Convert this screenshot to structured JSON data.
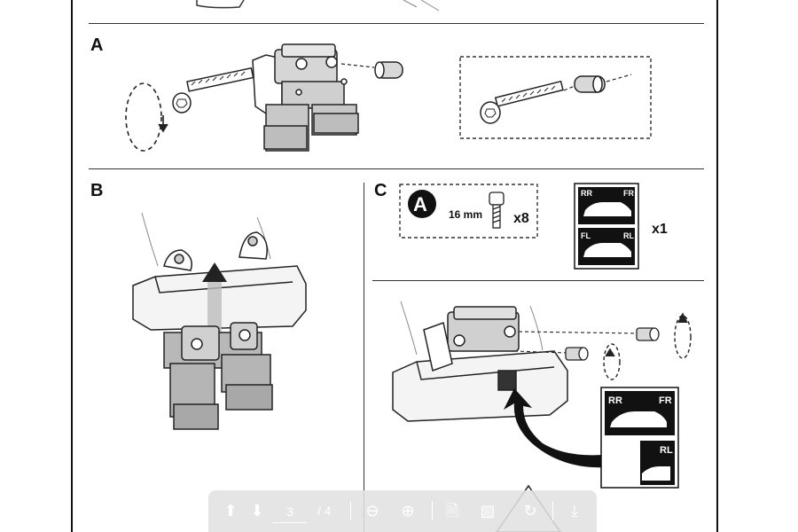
{
  "sections": [
    {
      "letter": "A"
    },
    {
      "letter": "B"
    },
    {
      "letter": "C"
    }
  ],
  "parts_box": {
    "badge": "A",
    "screw_size": "16 mm",
    "screw_qty": "x8"
  },
  "sticker_sheet": {
    "top_left": "RR",
    "top_right": "FR",
    "bottom_left": "FL",
    "bottom_right": "RL",
    "qty": "x1"
  },
  "position_label": {
    "top_left": "RR",
    "top_right": "FR",
    "bottom_right": "RL"
  },
  "toolbar": {
    "current_page": "3",
    "total_pages": "/ 4",
    "icons": [
      "arrow-up-icon",
      "arrow-down-icon",
      "zoom-out-icon",
      "zoom-in-icon",
      "document-icon",
      "image-icon",
      "rotate-icon",
      "download-icon"
    ]
  }
}
